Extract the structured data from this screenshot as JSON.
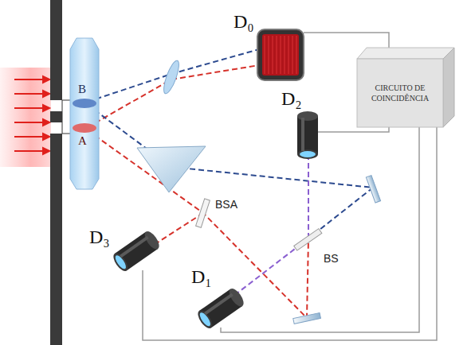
{
  "diagram": {
    "nodes": [
      {
        "text": [
          "D₀"
        ]
      },
      {
        "text": [
          "CIRCUITO DE COINCIDÊNCIA"
        ]
      },
      {
        "text": [
          "D₂"
        ]
      },
      {
        "text": [
          "D₃"
        ]
      },
      {
        "text": [
          "D₁"
        ]
      }
    ],
    "edges": [
      {
        "from": 0,
        "to": 1,
        "arrow": "none"
      },
      {
        "from": 2,
        "to": 1,
        "arrow": "none"
      },
      {
        "from": 4,
        "to": 1,
        "arrow": "none"
      },
      {
        "from": 3,
        "to": 1,
        "arrow": "none"
      }
    ],
    "labels": [
      "B",
      "A",
      "BSA",
      "BS"
    ]
  }
}
